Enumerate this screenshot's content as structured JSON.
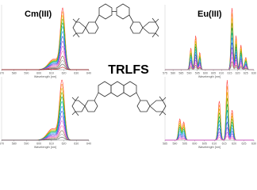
{
  "labels": {
    "cm": "Cm(III)",
    "eu": "Eu(III)",
    "center": "TRLFS"
  },
  "colors": {
    "text": "#000000",
    "axis": "#888888",
    "structure": "#333333",
    "series": [
      "#ff3b3b",
      "#ff8c1a",
      "#e0c000",
      "#66b300",
      "#00aa55",
      "#00b3b3",
      "#3388ff",
      "#3344cc",
      "#8844dd",
      "#cc44cc",
      "#ff66aa",
      "#7a5230",
      "#999999",
      "#444444",
      "#b30000"
    ]
  },
  "chart_data": [
    {
      "type": "line",
      "name": "cm-top",
      "xlabel": "Wavelength [nm]",
      "xlim": [
        570,
        640
      ],
      "xticks": [
        "570",
        "580",
        "590",
        "600",
        "610",
        "620",
        "630",
        "640"
      ],
      "peaks": [
        {
          "center": 619,
          "width": 2.6,
          "rel": 1.0
        },
        {
          "center": 612,
          "width": 6,
          "rel": 0.18
        }
      ],
      "scales": [
        1.0,
        0.94,
        0.88,
        0.82,
        0.76,
        0.7,
        0.62,
        0.54,
        0.46,
        0.38,
        0.3,
        0.22,
        0.15,
        0.09,
        0.04
      ]
    },
    {
      "type": "line",
      "name": "eu-top",
      "xlabel": "Wavelength [nm]",
      "xlim": [
        575,
        630
      ],
      "xticks": [
        "575",
        "580",
        "585",
        "590",
        "595",
        "600",
        "605",
        "610",
        "615",
        "620",
        "625",
        "630"
      ],
      "peaks": [
        {
          "center": 594,
          "width": 0.9,
          "rel": 0.55
        },
        {
          "center": 591,
          "width": 0.9,
          "rel": 0.35
        },
        {
          "center": 596.5,
          "width": 0.8,
          "rel": 0.28
        },
        {
          "center": 616.5,
          "width": 0.9,
          "rel": 1.0
        },
        {
          "center": 619,
          "width": 0.8,
          "rel": 0.55
        },
        {
          "center": 622,
          "width": 0.9,
          "rel": 0.4
        },
        {
          "center": 625,
          "width": 0.9,
          "rel": 0.2
        }
      ],
      "scales": [
        1.0,
        0.92,
        0.84,
        0.76,
        0.68,
        0.6,
        0.52,
        0.44,
        0.36,
        0.28,
        0.2,
        0.13,
        0.07
      ]
    },
    {
      "type": "line",
      "name": "cm-bottom",
      "xlabel": "Wavelength [nm]",
      "xlim": [
        570,
        640
      ],
      "xticks": [
        "570",
        "580",
        "590",
        "600",
        "610",
        "620",
        "630",
        "640"
      ],
      "peaks": [
        {
          "center": 618.5,
          "width": 2.8,
          "rel": 1.0
        },
        {
          "center": 611,
          "width": 6,
          "rel": 0.2
        }
      ],
      "scales": [
        1.0,
        0.93,
        0.86,
        0.79,
        0.72,
        0.64,
        0.56,
        0.48,
        0.4,
        0.32,
        0.24,
        0.16,
        0.1,
        0.05
      ]
    },
    {
      "type": "line",
      "name": "eu-bottom",
      "xlabel": "Wavelength [nm]",
      "xlim": [
        585,
        630
      ],
      "xticks": [
        "585",
        "590",
        "595",
        "600",
        "605",
        "610",
        "615",
        "620",
        "625",
        "630"
      ],
      "peaks": [
        {
          "center": 592.5,
          "width": 0.9,
          "rel": 0.35
        },
        {
          "center": 594.5,
          "width": 0.9,
          "rel": 0.3
        },
        {
          "center": 612.5,
          "width": 0.9,
          "rel": 0.65
        },
        {
          "center": 616.5,
          "width": 0.8,
          "rel": 1.0
        },
        {
          "center": 619,
          "width": 0.9,
          "rel": 0.5
        }
      ],
      "scales": [
        1.0,
        0.9,
        0.8,
        0.7,
        0.6,
        0.5,
        0.4,
        0.3,
        0.21,
        0.13,
        0.07
      ]
    }
  ]
}
